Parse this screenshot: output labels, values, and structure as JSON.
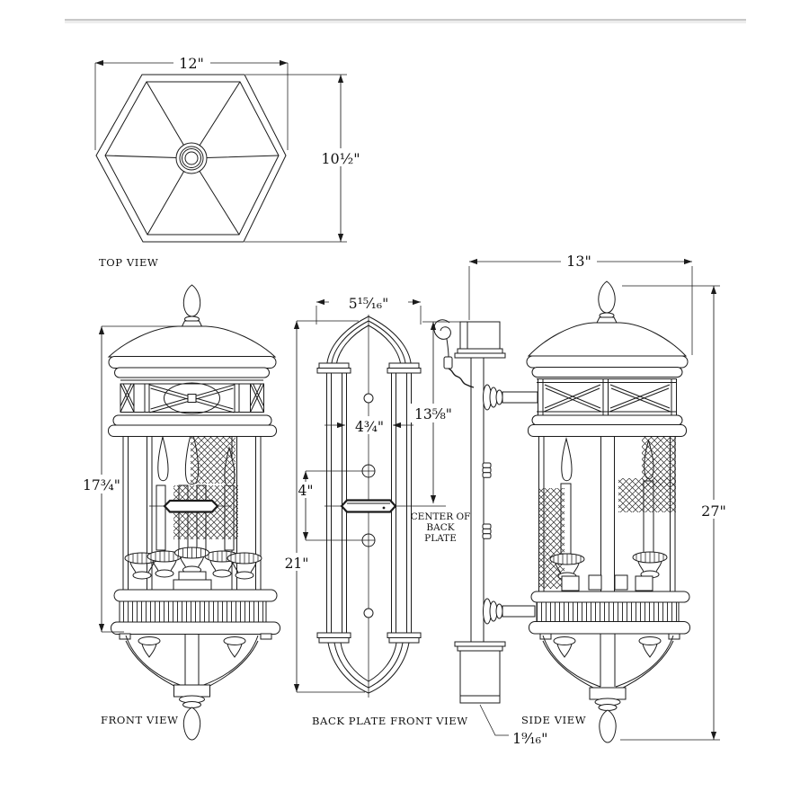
{
  "drawing": {
    "labels": {
      "top": "TOP VIEW",
      "front": "FRONT VIEW",
      "backplate": "BACK PLATE FRONT VIEW",
      "side": "SIDE VIEW"
    },
    "note": {
      "line1": "CENTER OF",
      "line2": "BACK",
      "line3": "PLATE"
    },
    "dims": {
      "top_width": "12\"",
      "top_depth": "10½\"",
      "front_height": "17¾\"",
      "bp_width": "5¹⁵⁄₁₆\"",
      "bp_inner_width": "4¾\"",
      "bp_hole_spacing": "4\"",
      "bp_height": "21\"",
      "center_height": "13⅝\"",
      "side_width": "13\"",
      "overall_height": "27\"",
      "bp_depth": "1⁹⁄₁₆\""
    },
    "colors": {
      "line": "#1b1b1b",
      "divider": "#c8c8c8",
      "background": "#ffffff"
    }
  }
}
